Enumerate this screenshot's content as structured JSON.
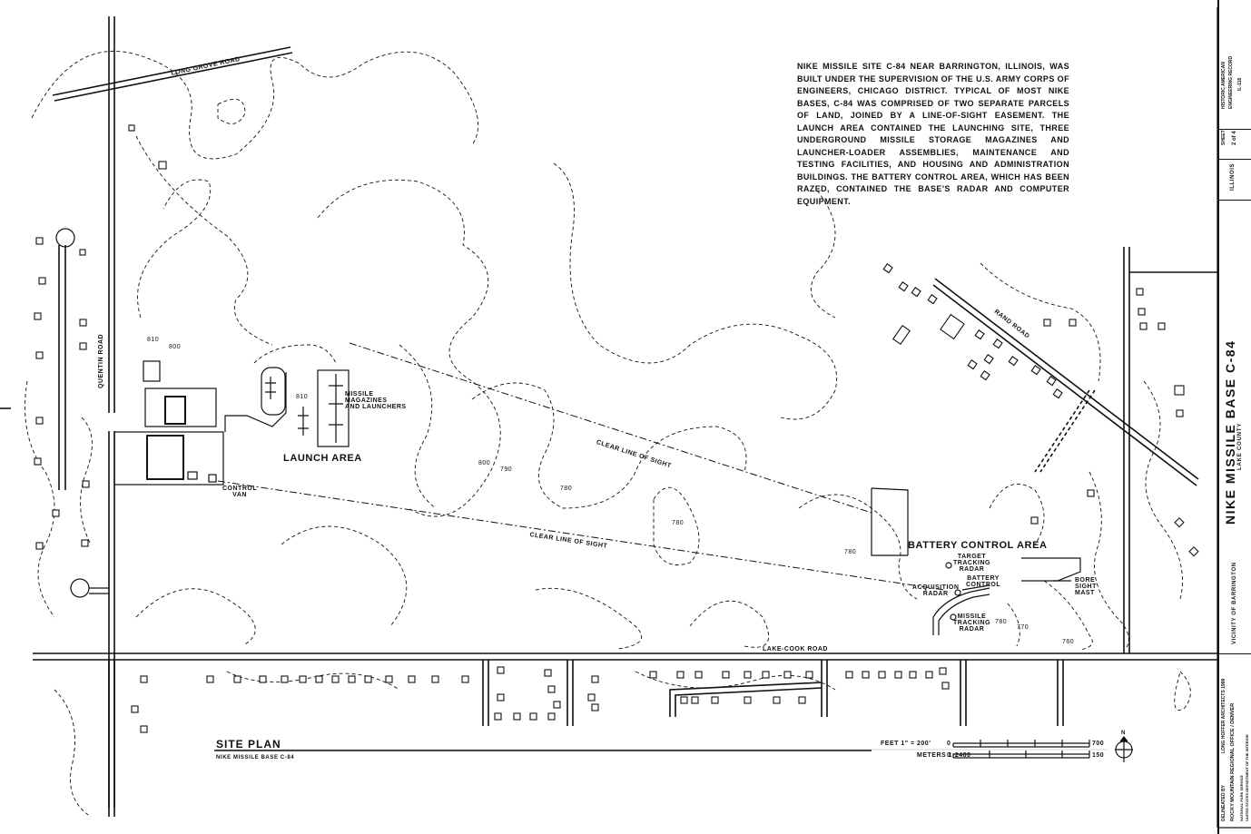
{
  "description": "NIKE MISSILE SITE C-84 NEAR BARRINGTON, ILLINOIS, WAS BUILT UNDER THE SUPERVISION OF THE U.S. ARMY CORPS OF ENGINEERS, CHICAGO DISTRICT. TYPICAL OF MOST NIKE BASES, C-84 WAS COMPRISED OF TWO SEPARATE PARCELS OF LAND, JOINED BY A LINE-OF-SIGHT EASEMENT. THE LAUNCH AREA CONTAINED THE LAUNCHING SITE, THREE UNDERGROUND MISSILE STORAGE MAGAZINES AND LAUNCHER-LOADER ASSEMBLIES, MAINTENANCE AND TESTING FACILITIES, AND HOUSING AND ADMINISTRATION BUILDINGS. THE BATTERY CONTROL AREA, WHICH HAS BEEN RAZED, CONTAINED THE BASE'S RADAR AND COMPUTER EQUIPMENT.",
  "roads": {
    "long_grove": "LONG GROVE ROAD",
    "quentin": "QUENTIN ROAD",
    "rand": "RAND ROAD",
    "lake_cook": "LAKE-COOK ROAD"
  },
  "areas": {
    "launch": "LAUNCH AREA",
    "battery": "BATTERY CONTROL AREA"
  },
  "features": {
    "missile_magazines_1": "MISSILE",
    "missile_magazines_2": "MAGAZINES",
    "missile_magazines_3": "AND LAUNCHERS",
    "control_van_1": "CONTROL",
    "control_van_2": "VAN",
    "target_tracking_1": "TARGET",
    "target_tracking_2": "TRACKING",
    "target_tracking_3": "RADAR",
    "acquisition_1": "ACQUISITION",
    "acquisition_2": "RADAR",
    "battery_control_1": "BATTERY",
    "battery_control_2": "CONTROL",
    "missile_tracking_1": "MISSILE",
    "missile_tracking_2": "TRACKING",
    "missile_tracking_3": "RADAR",
    "bore_sight_1": "BORE",
    "bore_sight_2": "SIGHT",
    "bore_sight_3": "MAST",
    "line_of_sight": "CLEAR LINE OF SIGHT"
  },
  "contours": {
    "c810a": "810",
    "c800a": "800",
    "c810b": "810",
    "c800b": "800",
    "c790": "790",
    "c780a": "780",
    "c780b": "780",
    "c780c": "780",
    "c780d": "780",
    "c770": "770",
    "c760": "760"
  },
  "site_plan": {
    "title": "SITE PLAN",
    "subtitle": "NIKE MISSILE BASE C-84"
  },
  "scale": {
    "feet_label": "FEET  1\" = 200'",
    "feet_zero": "0",
    "feet_max": "700",
    "meters_label": "METERS  1:2400",
    "meters_zero": "0",
    "meters_max": "150",
    "north": "N"
  },
  "title_block": {
    "name": "NIKE MISSILE BASE C-84",
    "county": "LAKE COUNTY",
    "vicinity": "VICINITY OF BARRINGTON",
    "state": "ILLINOIS",
    "sheet_label": "SHEET",
    "sheet_no": "2 of 4",
    "haer_1": "HISTORIC AMERICAN",
    "haer_2": "ENGINEERING RECORD",
    "haer_no": "IL-118",
    "delineated_by": "DELINEATED BY",
    "delineator": "LONG HOFFER ARCHITECTS 1999",
    "office": "ROCKY MOUNTAIN REGIONAL OFFICE / DENVER",
    "agency_1": "NATIONAL PARK SERVICE",
    "agency_2": "UNITED STATES DEPARTMENT OF THE INTERIOR"
  }
}
